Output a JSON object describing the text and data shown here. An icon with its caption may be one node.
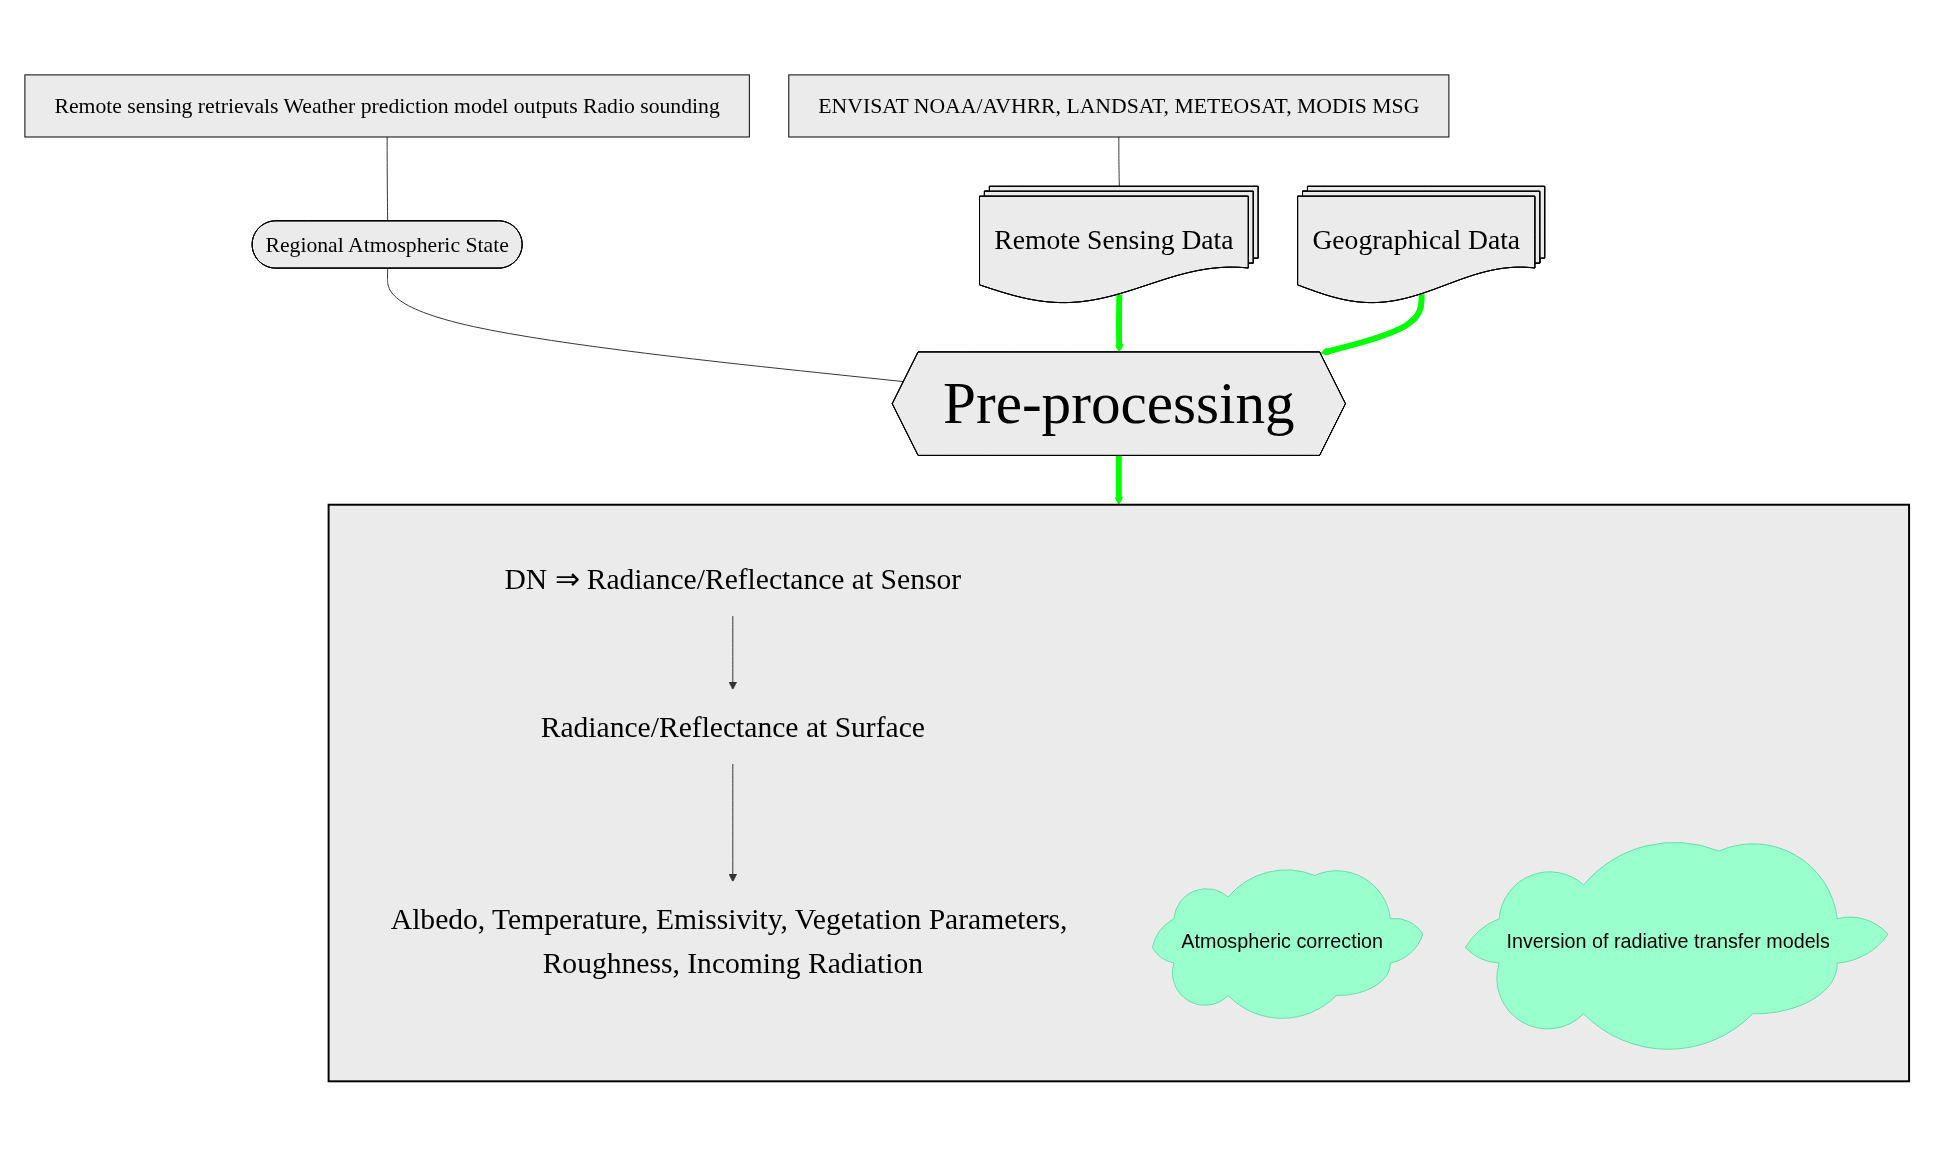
{
  "diagram": {
    "nodes": [
      {
        "text": [
          "ENVISAT NOAA/AVHRR, LANDSAT, METEOSAT, MODIS MSG"
        ]
      },
      {
        "text": [
          "Remote sensing retrievals Weather prediction model outputs Radio sounding"
        ]
      },
      {
        "text": [
          "Remote Sensing Data"
        ]
      },
      {
        "text": [
          "Regional Atmospheric State"
        ]
      },
      {
        "text": [
          "Geographical Data"
        ]
      },
      {
        "text": [
          "Pre-processing"
        ]
      },
      {
        "text": [],
        "shape": "box"
      },
      {
        "text": [
          "DN ⇒ Radiance/Reflectance at Sensor"
        ],
        "in": 6
      },
      {
        "text": [
          "Atmospheric correction"
        ],
        "in": 6
      },
      {
        "text": [
          "Radiance/Reflectance at Surface"
        ],
        "in": 6
      },
      {
        "text": [
          "Inversion of radiative transfer models"
        ],
        "in": 6
      },
      {
        "text": [
          "Albedo, Temperature, Emissivity, Vegetation Parameters, Roughness, Incoming Radiation"
        ],
        "in": 6
      }
    ],
    "edges": [
      {
        "from": 0,
        "to": 2,
        "arrow": "none"
      },
      {
        "from": 1,
        "to": 3,
        "arrow": "none"
      },
      {
        "from": 3,
        "to": 5,
        "arrow": "none"
      },
      {
        "from": 2,
        "to": 5,
        "arrow": "to",
        "style": "thick",
        "color": "#00ff00"
      },
      {
        "from": 4,
        "to": 5,
        "arrow": "to",
        "style": "thick",
        "color": "#00ff00"
      },
      {
        "from": 5,
        "to": 6,
        "arrow": "to",
        "style": "thick",
        "color": "#00ff00"
      },
      {
        "from": 7,
        "to": 9,
        "arrow": "to"
      },
      {
        "from": 9,
        "to": 11,
        "arrow": "to"
      }
    ]
  }
}
